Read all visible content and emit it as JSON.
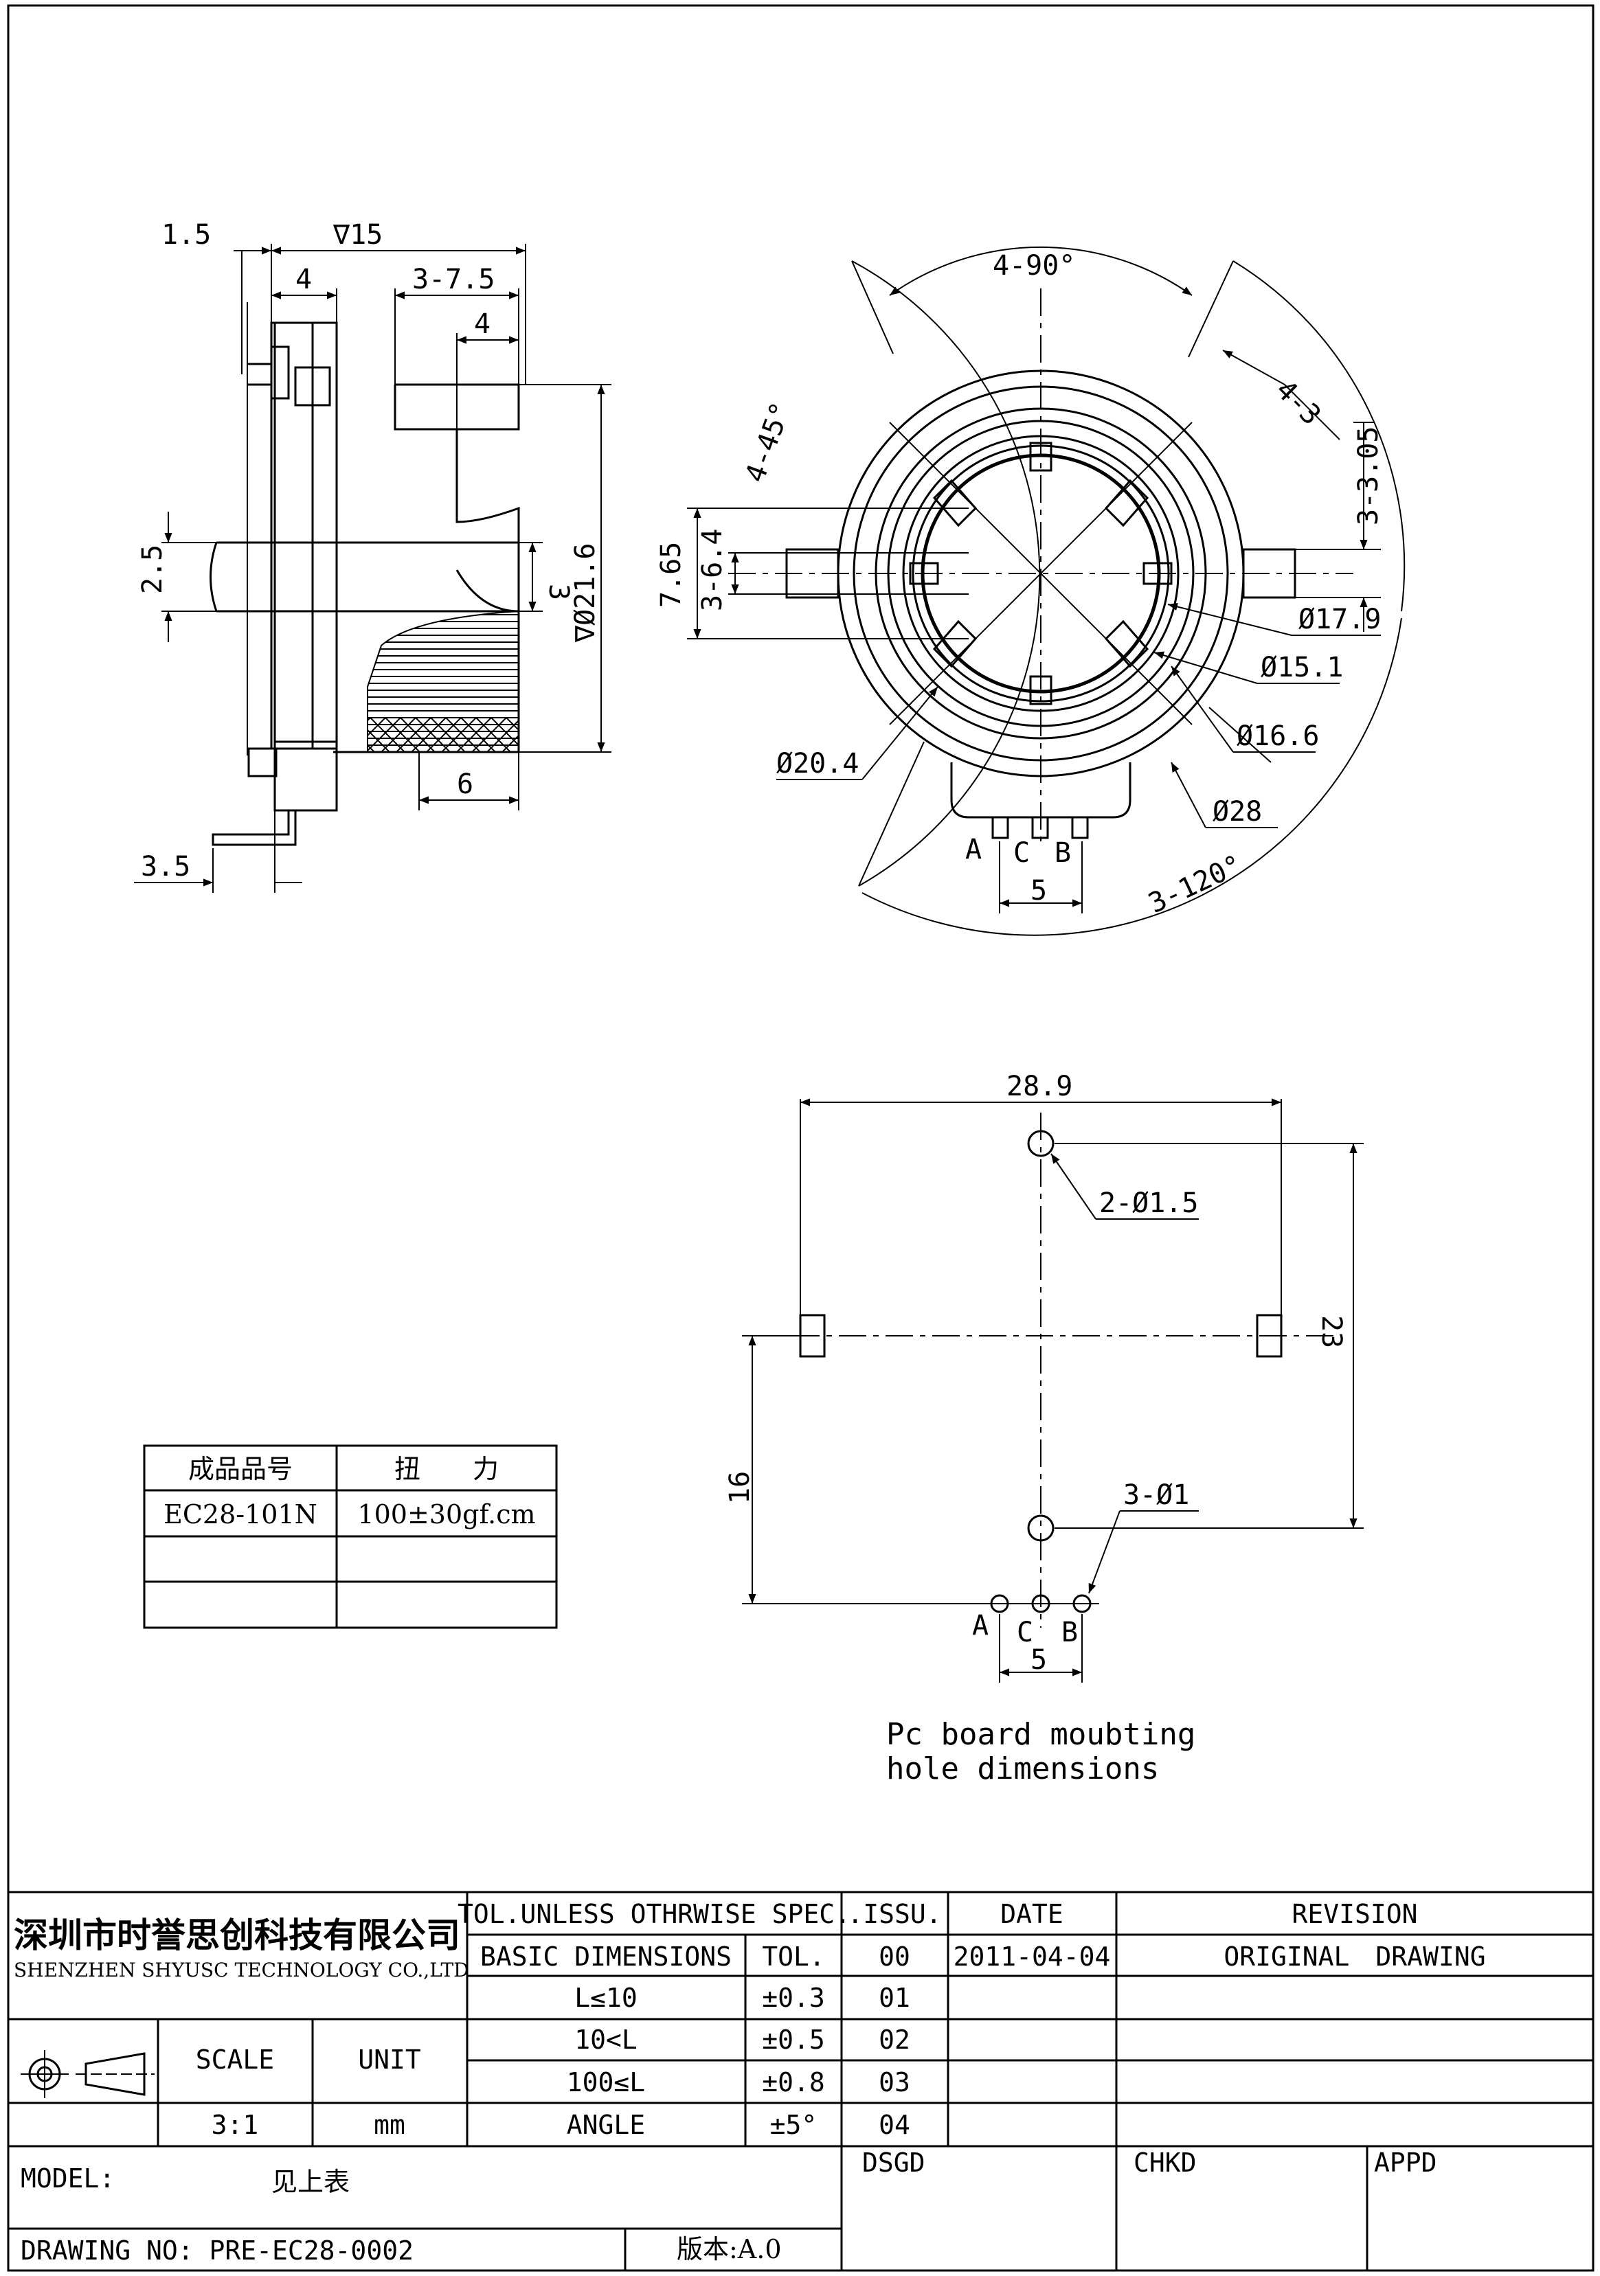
{
  "side_view": {
    "d_1_5": "1.5",
    "d_15": "∇15",
    "d_4_top": "4",
    "d_3_7_5": "3-7.5",
    "d_4_inner": "4",
    "d_2_5": "2.5",
    "d_3": "3",
    "d_21_6": "∇Ø21.6",
    "d_6": "6",
    "d_3_5": "3.5"
  },
  "front_view": {
    "d_4_90": "4-90°",
    "d_4_45": "4-45°",
    "d_4_3": "4-3",
    "d_3_3_05": "3-3.05",
    "d_7_65": "7.65",
    "d_3_6_4": "3-6.4",
    "d_17_9": "Ø17.9",
    "d_15_1": "Ø15.1",
    "d_16_6": "Ø16.6",
    "d_20_4": "Ø20.4",
    "d_28": "Ø28",
    "d_3_120": "3-120°",
    "d_5": "5",
    "pin_a": "A",
    "pin_c": "C",
    "pin_b": "B"
  },
  "pcb_view": {
    "d_28_9": "28.9",
    "d_2_1_5": "2-Ø1.5",
    "d_23": "23",
    "d_16": "16",
    "d_3_1": "3-Ø1",
    "d_5": "5",
    "pin_a": "A",
    "pin_c": "C",
    "pin_b": "B",
    "note_line1": "Pc board moubting",
    "note_line2": "hole dimensions"
  },
  "spec_table": {
    "headers": [
      "成品品号",
      "扭　　力"
    ],
    "rows": [
      [
        "EC28-101N",
        "100±30gf.cm"
      ],
      [
        "",
        ""
      ],
      [
        "",
        ""
      ]
    ]
  },
  "title_block": {
    "company_cn": "深圳市时誉思创科技有限公司",
    "company_en": "SHENZHEN SHYUSC TECHNOLOGY CO.,LTD",
    "tol_header": "TOL.UNLESS OTHRWISE SPEC.",
    "basic_dims": "BASIC DIMENSIONS",
    "tol": "TOL.",
    "rows": [
      {
        "range": "L≤10",
        "tol": "±0.3"
      },
      {
        "range": "10<L",
        "tol": "±0.5"
      },
      {
        "range": "100≤L",
        "tol": "±0.8"
      },
      {
        "range": "ANGLE",
        "tol": "±5°"
      }
    ],
    "issu": ".ISSU.",
    "date": "DATE",
    "revision": "REVISION",
    "issues": [
      "00",
      "01",
      "02",
      "03",
      "04"
    ],
    "date_00": "2011-04-04",
    "revision_00": "ORIGINAL　DRAWING",
    "scale_label": "SCALE",
    "unit_label": "UNIT",
    "scale_value": "3:1",
    "unit_value": "mm",
    "model_label": "MODEL:",
    "model_value": "见上表",
    "dsgd": "DSGD",
    "chkd": "CHKD",
    "appd": "APPD",
    "drawing_no": "DRAWING NO: PRE-EC28-0002",
    "version": "版本:A.0"
  }
}
